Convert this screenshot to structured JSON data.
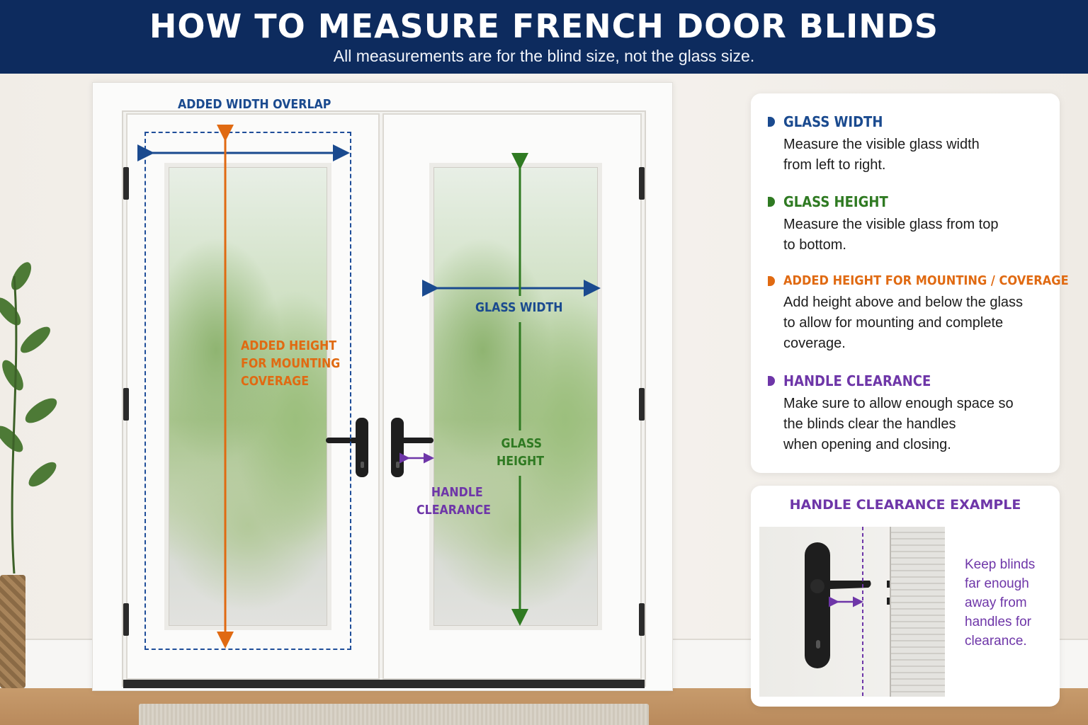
{
  "header": {
    "title": "HOW TO MEASURE FRENCH DOOR BLINDS",
    "subtitle": "All measurements are for the blind size, not the glass size."
  },
  "diagram": {
    "added_width_overlap": "ADDED WIDTH OVERLAP",
    "added_height": [
      "ADDED HEIGHT",
      "FOR MOUNTING",
      "COVERAGE"
    ],
    "glass_width": "GLASS WIDTH",
    "glass_height": [
      "GLASS",
      "HEIGHT"
    ],
    "handle_clearance": [
      "HANDLE",
      "CLEARANCE"
    ]
  },
  "info": {
    "sections": [
      {
        "title": "GLASS WIDTH",
        "color": "#1a4a8f",
        "lines": [
          "Measure the visible glass width",
          "from left to right."
        ]
      },
      {
        "title": "GLASS HEIGHT",
        "color": "#2f7a22",
        "lines": [
          "Measure the visible glass from top",
          "to bottom."
        ]
      },
      {
        "title": "ADDED HEIGHT FOR MOUNTING / COVERAGE",
        "color": "#e06a12",
        "lines": [
          "Add height above and below the glass",
          "to allow for mounting and complete",
          "coverage."
        ]
      },
      {
        "title": "HANDLE CLEARANCE",
        "color": "#6e36a8",
        "lines": [
          "Make sure to allow enough space so",
          "the blinds clear the handles",
          "when opening and closing."
        ]
      }
    ]
  },
  "example": {
    "title": "HANDLE CLEARANCE EXAMPLE",
    "note": [
      "Keep blinds",
      "far enough",
      "away from",
      "handles for",
      "clearance."
    ]
  },
  "colors": {
    "navy": "#0d2b5e",
    "blue": "#1a4a8f",
    "orange": "#e06a12",
    "green": "#2f7a22",
    "purple": "#6e36a8"
  },
  "icons": [
    "bullet-icon",
    "double-arrow-icon"
  ]
}
